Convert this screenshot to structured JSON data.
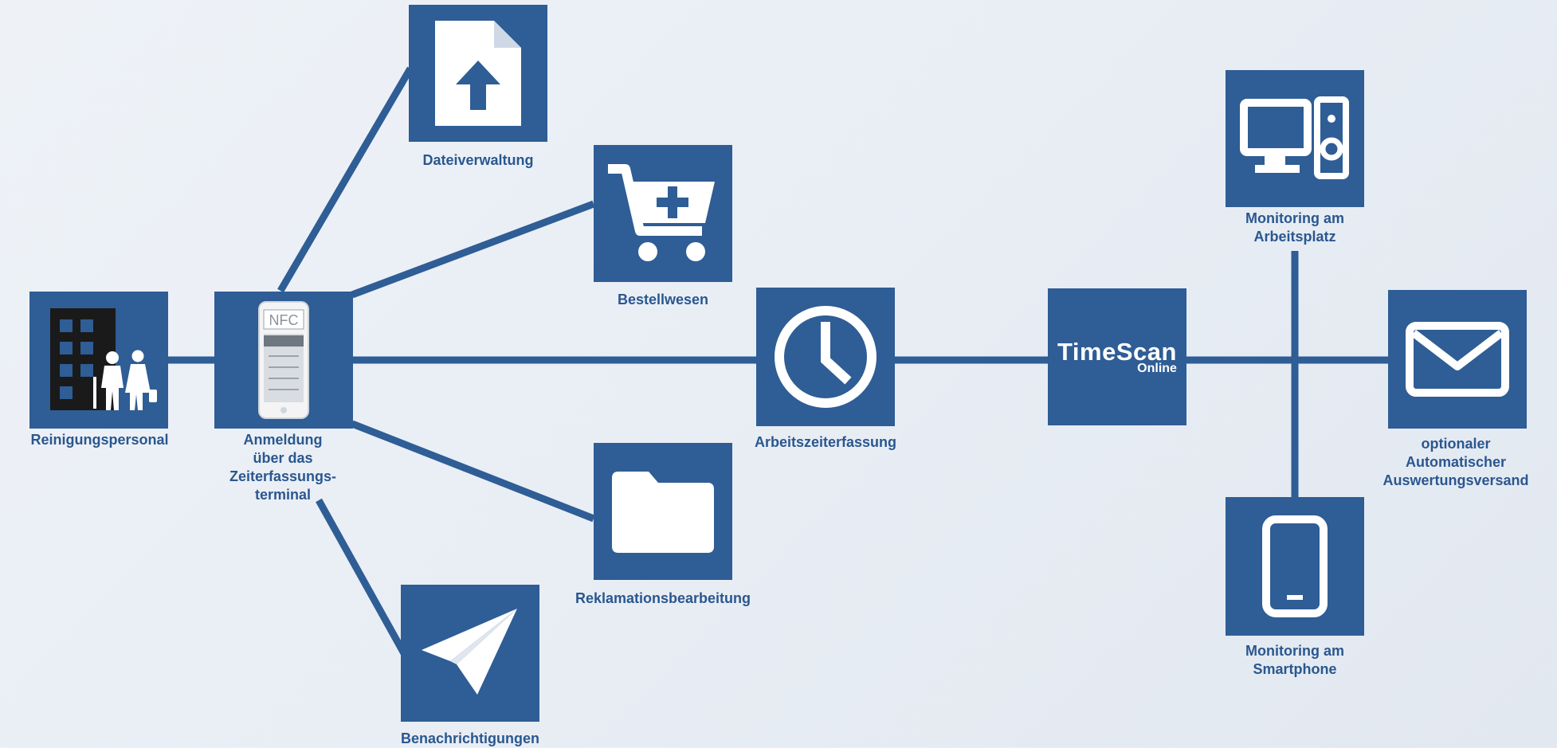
{
  "nodes": {
    "reinigungspersonal": {
      "label": "Reinigungspersonal",
      "icon": "building-cleaning-staff-icon"
    },
    "anmeldung": {
      "label": "Anmeldung\nüber das\nZeiterfassungs-\nterminal",
      "icon": "nfc-terminal-icon",
      "screen_text": "NFC"
    },
    "dateiverwaltung": {
      "label": "Dateiverwaltung",
      "icon": "file-upload-icon"
    },
    "bestellwesen": {
      "label": "Bestellwesen",
      "icon": "cart-plus-icon"
    },
    "arbeitszeiterfassung": {
      "label": "Arbeitszeiterfassung",
      "icon": "clock-icon"
    },
    "reklamationsbearbeitung": {
      "label": "Reklamationsbearbeitung",
      "icon": "folder-icon"
    },
    "benachrichtigungen": {
      "label": "Benachrichtigungen",
      "icon": "paper-plane-icon"
    },
    "timescan": {
      "brand_line1": "TimeScan",
      "brand_line2": "Online"
    },
    "monitoring_arbeitsplatz": {
      "label": "Monitoring am\nArbeitsplatz",
      "icon": "desktop-computer-icon"
    },
    "monitoring_smartphone": {
      "label": "Monitoring am\nSmartphone",
      "icon": "smartphone-icon"
    },
    "auswertungsversand": {
      "label": "optionaler\nAutomatischer\nAuswertungsversand",
      "icon": "envelope-icon"
    }
  },
  "colors": {
    "node_fill": "#2f5d95",
    "line": "#2f5d95",
    "label_text": "#2a578f",
    "background": "#e9eef5"
  }
}
